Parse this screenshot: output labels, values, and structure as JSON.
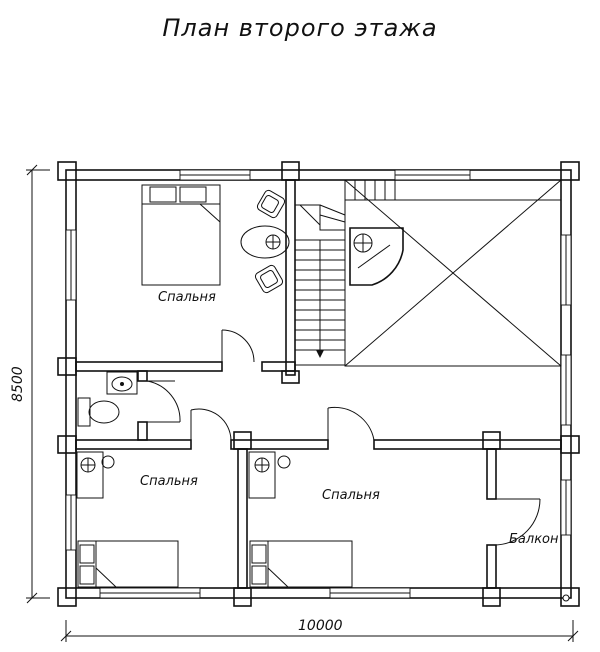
{
  "title": "План второго этажа",
  "rooms": {
    "bedroom_top_left": "Спальня",
    "bedroom_bottom_left": "Спальня",
    "bedroom_bottom_middle": "Спальня",
    "balcony": "Балкон"
  },
  "dimensions": {
    "width": "10000",
    "height": "8500"
  }
}
